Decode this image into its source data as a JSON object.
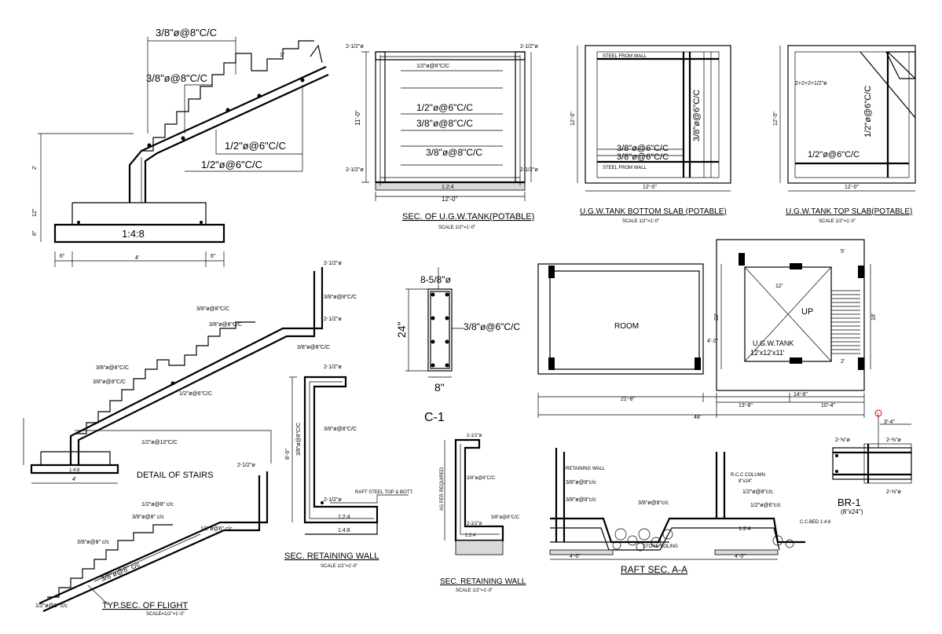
{
  "stairs": {
    "top_dim": "3/8\"ø@8\"C/C",
    "mid_dim": "3/8\"ø@8\"C/C",
    "rebar_a": "1/2\"ø@6\"C/C",
    "rebar_b": "1/2\"ø@6\"C/C",
    "mix": "1:4:8",
    "riser": "1\"",
    "h_2": "2'",
    "h_12": "12\"",
    "h_6": "6\"",
    "w_6a": "6\"",
    "w_4": "4'",
    "w_6b": "6\""
  },
  "ugw_section": {
    "title": "SEC. OF U.G.W.TANK(POTABLE)",
    "scale": "SCALE 1/2\"=1'-0\"",
    "r1": "1/2\"ø@6\"C/C",
    "r2": "3/8\"ø@8\"C/C",
    "r3": "3/8\"ø@8\"C/C",
    "top_l": "2-1/2\"ø",
    "top_r": "2-1/2\"ø",
    "bot_l": "2-1/2\"ø",
    "bot_r": "2-1/2\"ø",
    "h": "11'-0\"",
    "w": "12'-0\"",
    "mix": "1:2:4"
  },
  "bottom_slab": {
    "title": "U.G.W.TANK BOTTOM SLAB (POTABLE)",
    "scale": "SCALE 1/2\"=1'-0\"",
    "steel_top": "STEEL FROM WALL",
    "steel_bot": "STEEL FROM WALL",
    "r1": "3/8\"ø@6\"C/C",
    "r2": "3/8\"ø@6\"C/C",
    "rv": "3/8\"ø@6\"C/C",
    "h": "12'-0\"",
    "w": "12'-0\""
  },
  "top_slab": {
    "title": "U.G.W.TANK TOP SLAB(POTABLE)",
    "scale": "SCALE 1/2\"=1'-0\"",
    "r1": "1/2\"ø@6\"C/C",
    "rv": "1/2\"ø@6\"C/C",
    "note": "2+2+2+1/2\"ø",
    "h": "12'-0\"",
    "w": "12'-0\""
  },
  "flight_detail": {
    "title": "DETAIL OF STAIRS",
    "r1": "3/8\"ø@8\"C/C",
    "r2": "3/8\"ø@8\"C/C",
    "r3": "3/8\"ø@8\"C/C",
    "r4": "1/2\"ø@6\"C/C",
    "r5": "1/2\"ø@10\"C/C",
    "r6": "2-1/2\"ø",
    "r7": "2-1/2\"ø",
    "r8": "3/8\"ø@8\"C/C",
    "w": "4'",
    "mix": "1:4:8"
  },
  "typ_flight": {
    "title": "TYP.SEC. OF FLIGHT",
    "scale": "SCALE=1/2\"=1'-0\"",
    "r1": "1/2\"ø@6\" c/c",
    "r2": "3/8\"ø@8\" c/c",
    "r3": "3/8\"ø@8\" c/c",
    "r4": "1/2\"ø@6\" c/c",
    "r5": "3/8\"ø@8\" c/c",
    "r6": "1/2\"ø@8\" c/c",
    "r7": "2-1/2\"ø"
  },
  "column": {
    "title": "C-1",
    "bars": "8-5/8\"ø",
    "ties": "3/8\"ø@6\"C/C",
    "h": "24\"",
    "w": "8\""
  },
  "retaining_wall_1": {
    "title": "SEC. RETAINING WALL",
    "scale": "SCALE 1/2\"=1'-0\"",
    "r1": "2-1/2\"ø",
    "r2": "3/8\"ø@8\"C/C",
    "r3": "2-1/2\"ø",
    "raft": "RAFT STEEL TOP & BOTT.",
    "m1": "1:2:4",
    "m2": "1:4:8",
    "h": "8'-0\""
  },
  "retaining_wall_2": {
    "title": "SEC. RETAINING WALL",
    "scale": "SCALE 1/2\"=1'-0\"",
    "r1": "2-1/2\"ø",
    "r2": "3/8\"ø@8\"C/C",
    "r3": "3/8\"ø@8\"C/C",
    "r4": "2-1/2\"ø",
    "v": "AS PER REQUIRED",
    "mix": "1:2:4"
  },
  "plan": {
    "room": "ROOM",
    "up": "UP",
    "tank": "U.G.W.TANK",
    "tank_size": "12'x12'x11'",
    "d_room_w": "21'-8\"",
    "d_total": "48'",
    "d_13": "13'-8\"",
    "d_10": "10'-4\"",
    "d_14": "14'-6\"",
    "d_22": "22'",
    "d_18": "18'",
    "d_4": "4'-2\"",
    "d_12": "12'",
    "d_5": "5'",
    "d_2": "2'"
  },
  "raft": {
    "title": "RAFT SEC. A-A",
    "retaining": "RETAINING WALL",
    "r1": "3/8\"ø@8\"c/c",
    "r2": "3/8\"ø@8\"c/c",
    "r3": "3/8\"ø@8\"c/c",
    "col": "R.C.C COLUMN",
    "col_size": "8\"x24\"",
    "r4": "1/2\"ø@8\"c/c",
    "r5": "1/2\"ø@6\"c/c",
    "bed": "C.C.BED 1:4:8",
    "stone": "STONE SOLING",
    "mix": "1:2:4",
    "w1": "4'-0\"",
    "w2": "4'-0\""
  },
  "beam": {
    "title": "BR-1",
    "size": "(8\"x24\")",
    "r1": "2-⅝\"ø",
    "r2": "2-⅝\"ø",
    "r3": "2-⅝\"ø",
    "span": "3'-4\"",
    "marker": "1"
  }
}
